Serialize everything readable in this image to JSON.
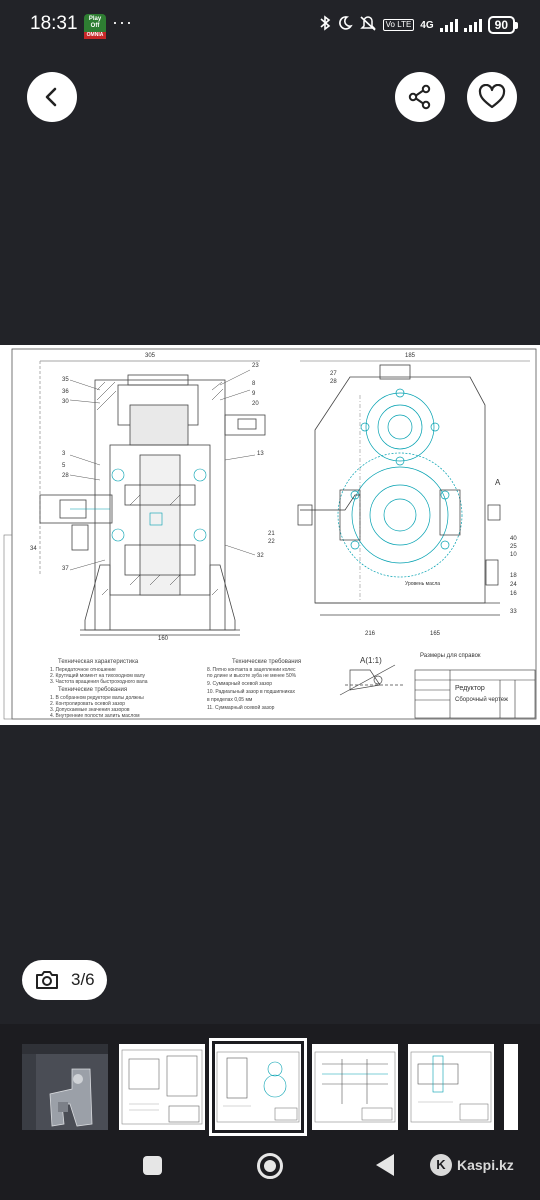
{
  "status_bar": {
    "time": "18:31",
    "app_badge_top": "Play Off",
    "app_badge_bottom": "OMNIA",
    "more": "···",
    "network": "4G",
    "volte": "Vo LTE",
    "battery": "90"
  },
  "toolbar": {
    "back_icon": "chevron-left-icon",
    "share_icon": "share-icon",
    "favorite_icon": "heart-icon"
  },
  "drawing": {
    "section_label": "A(1:1)",
    "view_label": "A",
    "tech_char_title": "Техническая характеристика",
    "tech_req_title": "Технические требования",
    "tech_req_title_2": "Технические требования",
    "stamp_title_1": "Редуктор",
    "stamp_title_2": "Сборочный чертеж",
    "stamp_note": "Размеры для справок"
  },
  "gallery": {
    "counter": "3/6",
    "current": 3,
    "total": 6,
    "camera_icon": "camera-icon"
  },
  "nav": {
    "brand": "Kaspi.kz",
    "brand_logo": "K"
  }
}
